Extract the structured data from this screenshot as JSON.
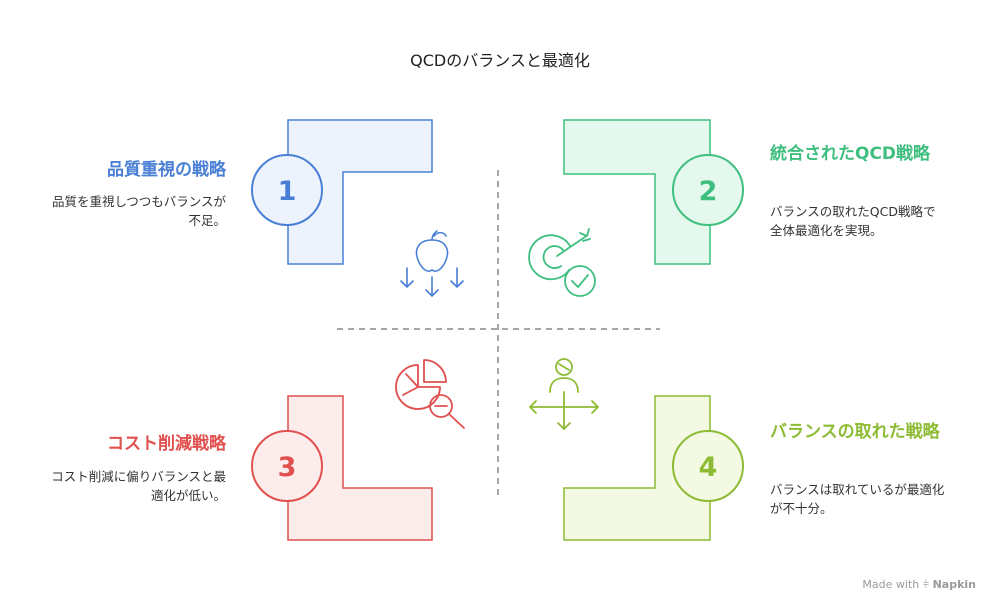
{
  "title": "QCDのバランスと最適化",
  "quadrants": [
    {
      "number": "1",
      "title": "品質重視の戦略",
      "desc": "品質を重視しつつもバランスが不足。",
      "color": "#4a7fd6",
      "fill": "#edf3fc",
      "icons": [
        "apple-icon",
        "arrows-down-icon"
      ]
    },
    {
      "number": "2",
      "title": "統合されたQCD戦略",
      "desc": "バランスの取れたQCD戦略で全体最適化を実現。",
      "color": "#3fbf7f",
      "fill": "#e5f8ee",
      "icons": [
        "target-icon",
        "checkmark-circle-icon"
      ]
    },
    {
      "number": "3",
      "title": "コスト削減戦略",
      "desc": "コスト削減に偏りバランスと最適化が低い。",
      "color": "#e0504f",
      "fill": "#fdecec",
      "icons": [
        "pie-chart-icon",
        "magnifier-icon"
      ]
    },
    {
      "number": "4",
      "title": "バランスの取れた戦略",
      "desc": "バランスは取れているが最適化が不十分。",
      "color": "#8dbb34",
      "fill": "#f3f9e2",
      "icons": [
        "person-icon",
        "arrows-cross-icon"
      ]
    }
  ],
  "watermark": {
    "made_with": "Made with",
    "brand": "Napkin"
  }
}
